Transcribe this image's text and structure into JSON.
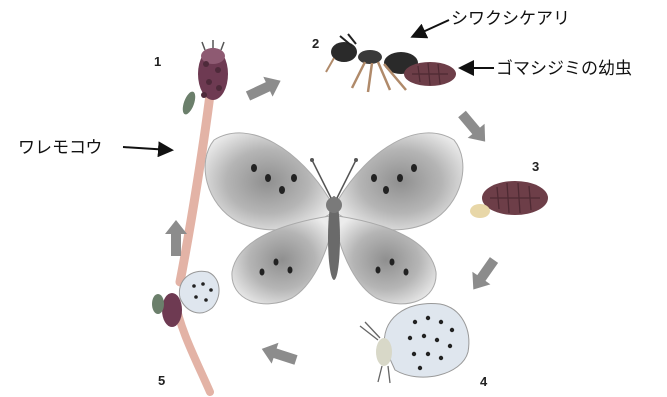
{
  "stages": [
    {
      "number": "1",
      "plant": "ワレモコウ"
    },
    {
      "number": "2",
      "ant": "シワクシケアリ",
      "larva": "ゴマシジミの幼虫"
    },
    {
      "number": "3"
    },
    {
      "number": "4"
    },
    {
      "number": "5"
    }
  ],
  "colors": {
    "arrow": "#8c8c8c",
    "plant_stem": "#e3b3a6",
    "flower_head": "#6e3a52",
    "ant": "#2a2a2a",
    "ant_legs": "#b08a6a",
    "larva": "#6d3e48",
    "wing_inner": "#9c9c9c",
    "wing_outer": "#e6e6e6",
    "spots": "#222222"
  },
  "icons": [
    "arrow-icon",
    "flower-icon",
    "ant-icon",
    "larva-icon",
    "butterfly-icon"
  ]
}
